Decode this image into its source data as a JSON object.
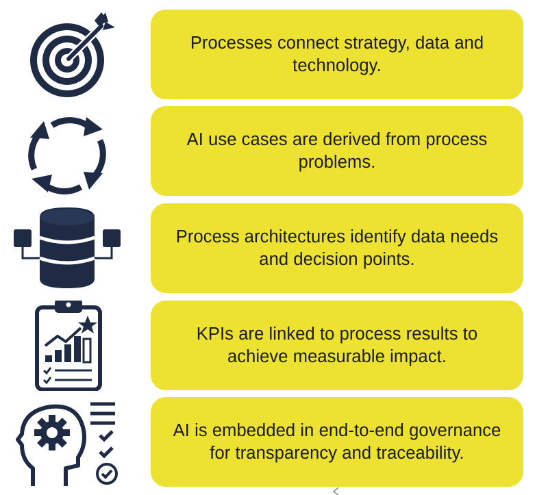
{
  "colors": {
    "card_background": "#ede231",
    "text": "#1b1b1b",
    "icon": "#1f2a44"
  },
  "items": [
    {
      "icon": "target-with-arrow-icon",
      "text": "Processes connect strategy, data and technology."
    },
    {
      "icon": "circular-arrows-icon",
      "text": "AI use cases are derived from process problems."
    },
    {
      "icon": "database-network-icon",
      "text": "Process architectures identify data needs and decision points."
    },
    {
      "icon": "kpi-clipboard-icon",
      "text": "KPIs are linked to process results to achieve measurable impact."
    },
    {
      "icon": "head-gear-checklist-icon",
      "text": "AI is embedded in end-to-end governance for transparency and traceability."
    }
  ]
}
